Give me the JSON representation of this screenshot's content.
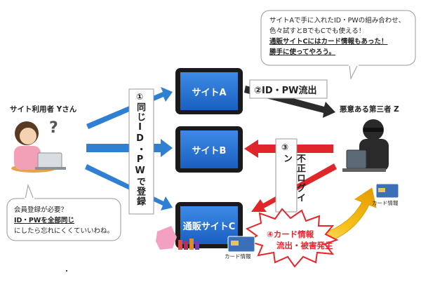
{
  "user": {
    "label": "サイト利用者 Yさん",
    "question_mark": "?"
  },
  "attacker": {
    "label": "悪意ある第三者 Z"
  },
  "sites": {
    "a": "サイトA",
    "b": "サイトB",
    "c": "通販サイトC"
  },
  "steps": {
    "one": {
      "num": "①",
      "text": "同じID・PWで登録"
    },
    "two": {
      "text": "②ID・PW流出"
    },
    "three": {
      "num": "③",
      "text": "不正ログイン"
    },
    "four": {
      "line1": "④カード情報",
      "line2": "流出・被害発生"
    }
  },
  "attacker_bubble": {
    "line1": "サイトAで手に入れたID・PWの組み合わせ、",
    "line2": "色々試すとBでもCでも使える！",
    "line3": "通販サイトCにはカード情報もあった！",
    "line4": "勝手に使ってやろう。"
  },
  "user_bubble": {
    "line1": "会員登録が必要？",
    "line2": "ID・PWを全部同じ",
    "line3": "にしたら忘れにくくていいわね。"
  },
  "card_labels": {
    "attacker_card": "カード情報",
    "shop_card": "カード情報"
  },
  "stray_dot": "・",
  "colors": {
    "blue_arrow": "#2f7fd3",
    "red_arrow": "#e0262b",
    "black_arrow": "#2b2b2b",
    "tablet_blue": "#1f6fd0",
    "burst_red": "#e8252b",
    "gold": "#f5b400"
  }
}
